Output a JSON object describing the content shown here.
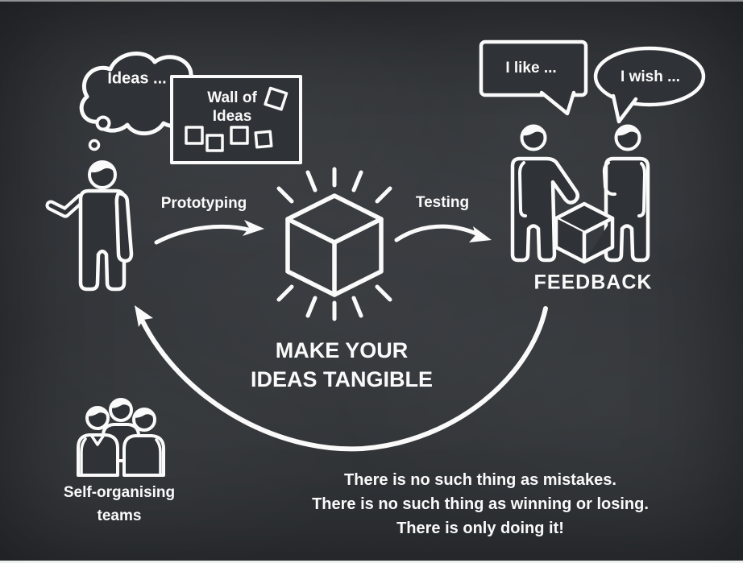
{
  "slide": {
    "thought_bubble": {
      "label": "Ideas ..."
    },
    "wall": {
      "line1": "Wall of",
      "line2": "Ideas"
    },
    "flow": {
      "prototyping": "Prototyping",
      "testing": "Testing"
    },
    "title": {
      "line1": "MAKE YOUR",
      "line2": "IDEAS TANGIBLE"
    },
    "feedback": {
      "heading": "FEEDBACK",
      "bubble_like": "I like ...",
      "bubble_wish": "I wish ..."
    },
    "team": {
      "line1": "Self-organising",
      "line2": "teams"
    },
    "quote": {
      "line1": "There is no such thing as mistakes.",
      "line2": "There is no such thing as winning or losing.",
      "line3": "There is only doing it!"
    }
  },
  "icons": {
    "thought-cloud-icon": "cloud outline with trailing bubbles",
    "thinking-person-icon": "standing person outline with arm extended",
    "wall-of-ideas-icon": "board outline with sticky-note squares",
    "prototyping-arrow-icon": "curved chalk arrow pointing right",
    "prototype-cube-icon": "shining wireframe cube",
    "testing-arrow-icon": "curved chalk arrow pointing right",
    "speech-bubble-rect-icon": "rectangular speech bubble",
    "speech-bubble-oval-icon": "oval speech bubble",
    "tester-left-icon": "person outline reaching toward cube",
    "tester-right-icon": "person outline",
    "feedback-cube-icon": "small wireframe cube",
    "iteration-arrow-icon": "large curved loop arrow pointing up-left",
    "team-group-icon": "three people outline"
  },
  "colors": {
    "background": "#33363a",
    "shape_fill": "#2f3236",
    "chalk_line": "#fafafa",
    "text": "#fafafa",
    "top_edge": "#8f9193",
    "bottom_edge": "#eff0f0"
  }
}
